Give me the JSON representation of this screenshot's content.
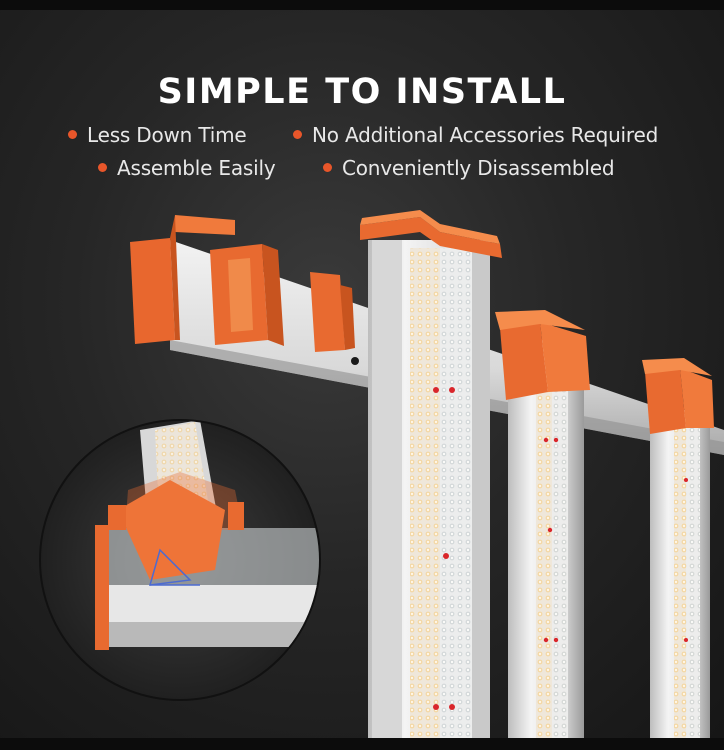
{
  "headline": "SIMPLE TO INSTALL",
  "features": [
    {
      "label": "Less Down Time"
    },
    {
      "label": "No Additional Accessories Required"
    },
    {
      "label": "Assemble Easily"
    },
    {
      "label": "Conveniently Disassembled"
    }
  ],
  "colors": {
    "accent": "#e8562a",
    "bracket": "#e86a30",
    "background": "#262626",
    "text": "#ffffff"
  }
}
